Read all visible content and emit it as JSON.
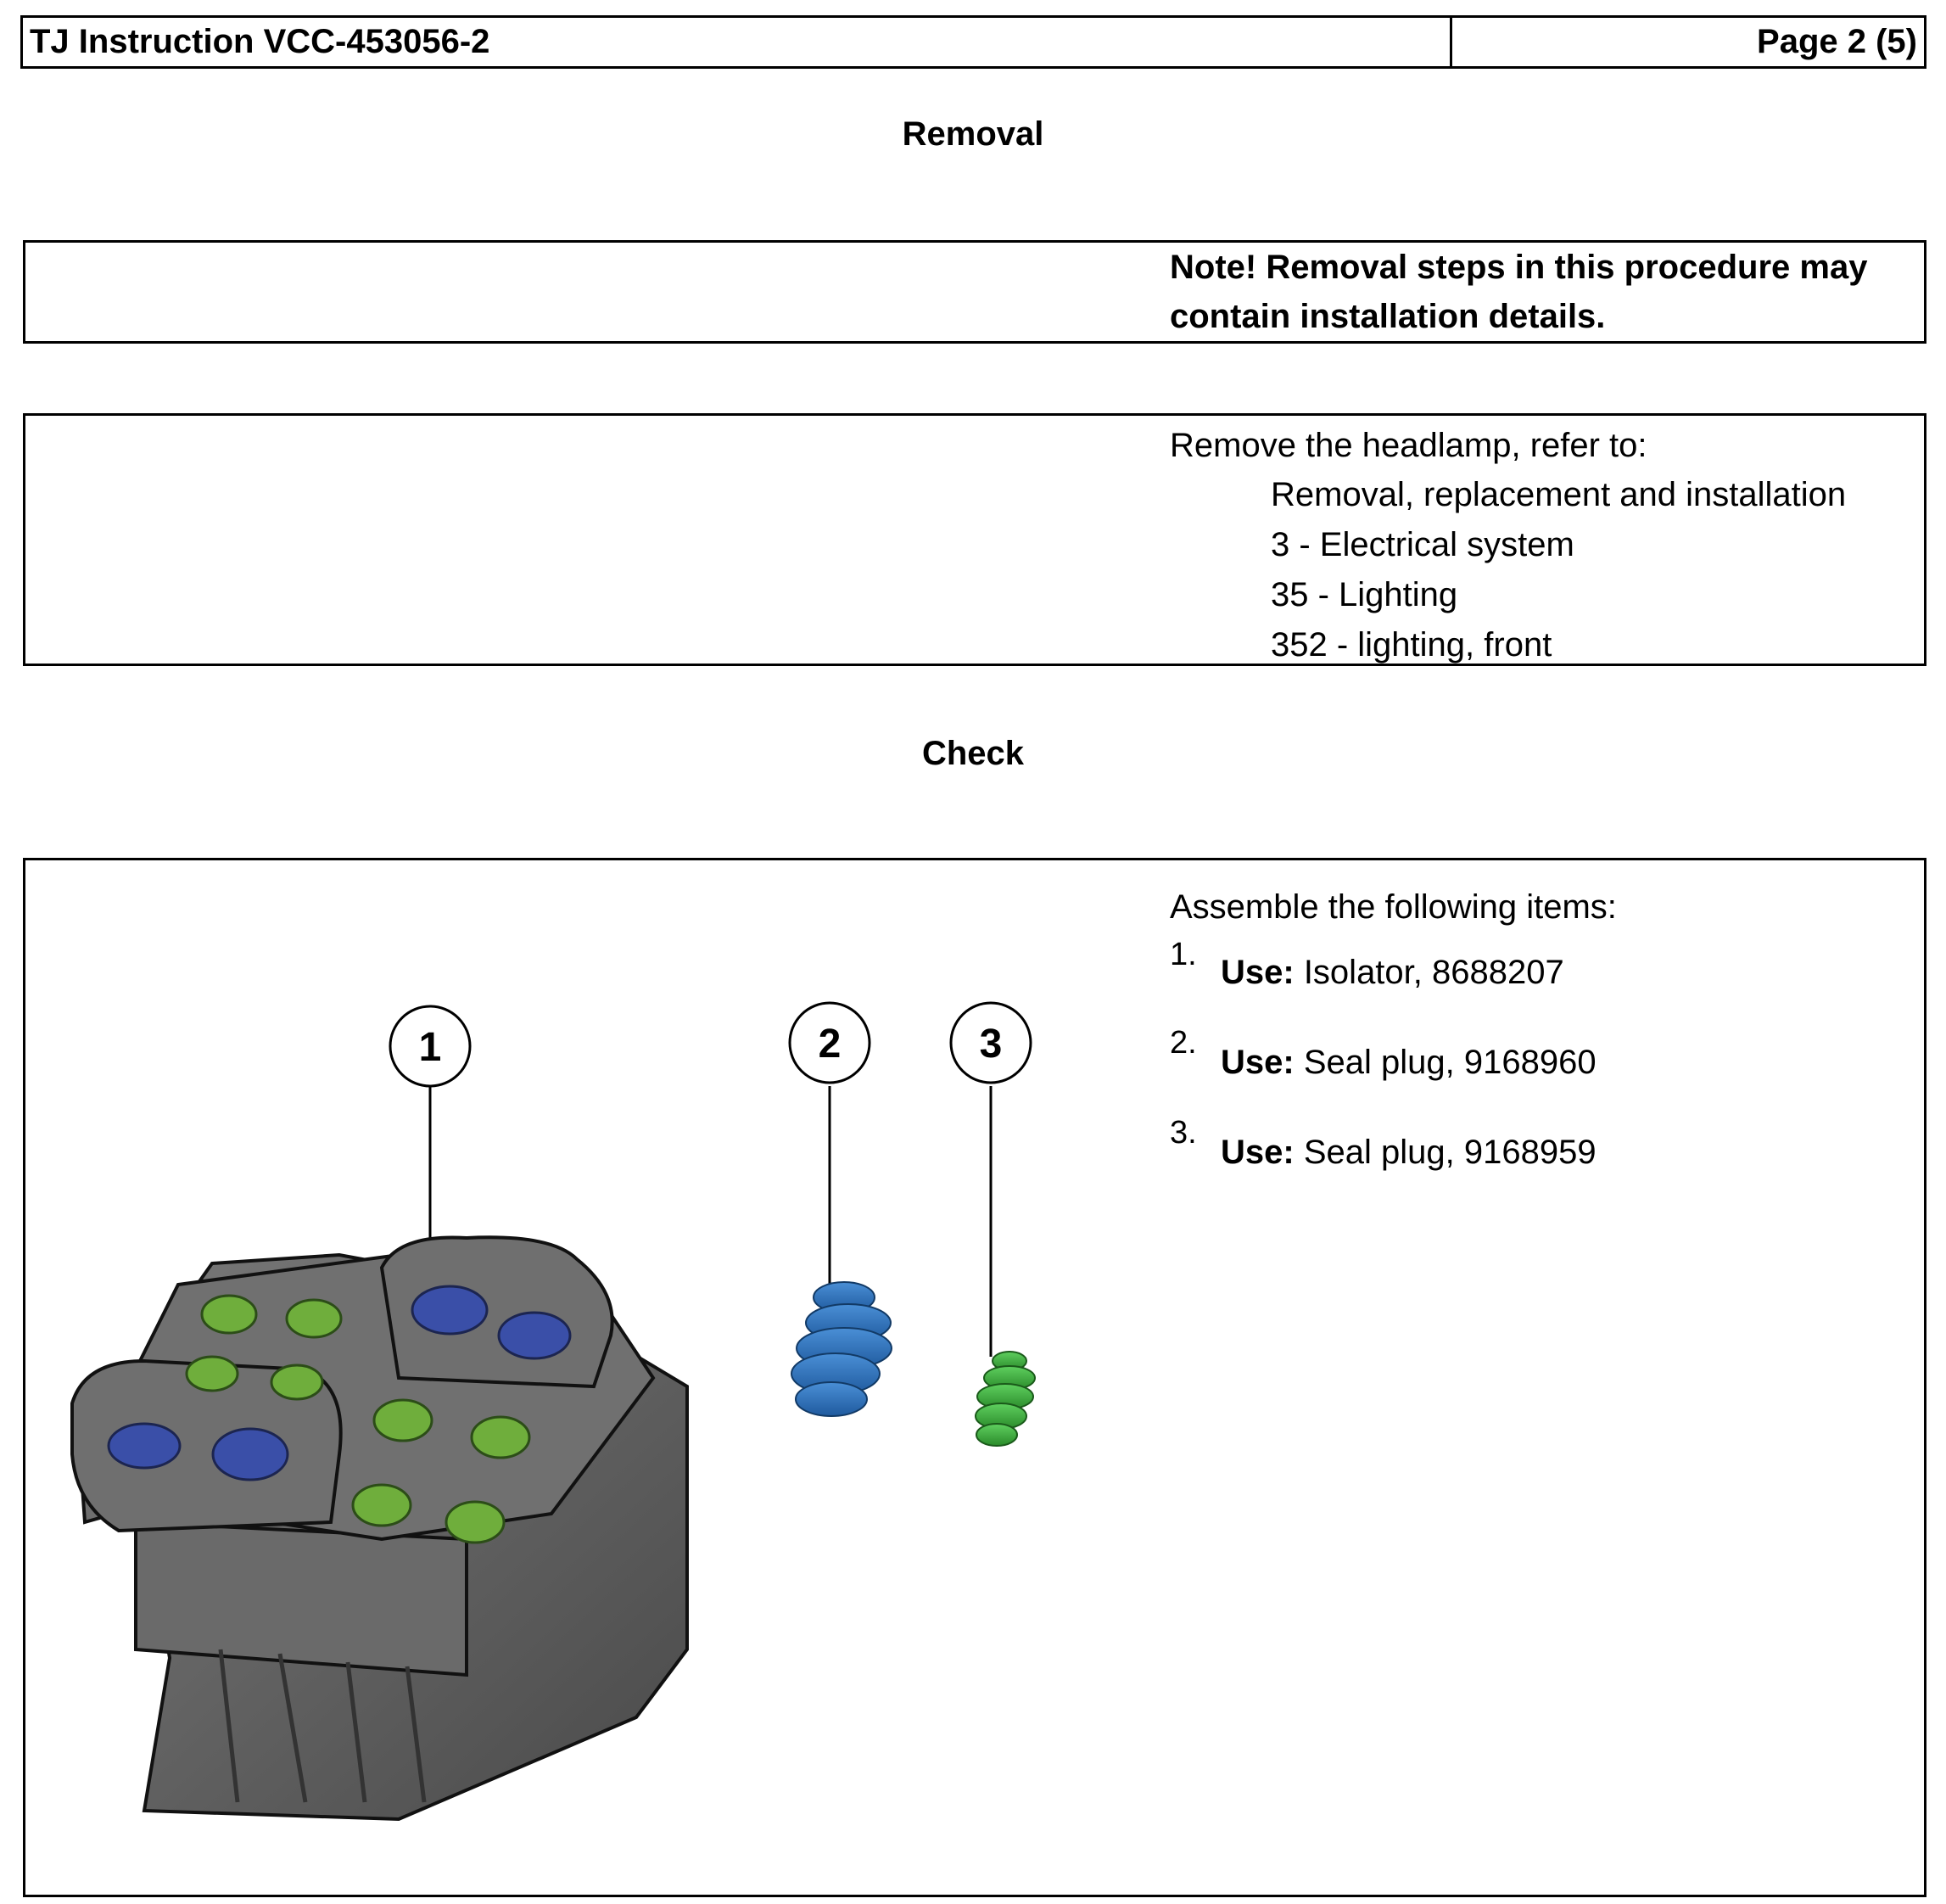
{
  "header": {
    "title": "TJ Instruction VCC-453056-2",
    "page": "Page 2 (5)"
  },
  "sections": {
    "removal_title": "Removal",
    "check_title": "Check"
  },
  "note": {
    "line1": "Note!  Removal steps in this procedure may",
    "line2": "contain installation details."
  },
  "step_remove": {
    "intro": "Remove the headlamp, refer to:",
    "refs": [
      "Removal, replacement and installation",
      "3 - Electrical system",
      "35 - Lighting",
      "352 - lighting, front"
    ]
  },
  "assemble": {
    "intro": "Assemble the following items:",
    "items": [
      {
        "num": "1.",
        "use": "Use:",
        "text": " Isolator, 8688207"
      },
      {
        "num": "2.",
        "use": "Use:",
        "text": " Seal plug, 9168960"
      },
      {
        "num": "3.",
        "use": "Use:",
        "text": " Seal plug, 9168959"
      }
    ]
  },
  "figure": {
    "callouts": [
      "1",
      "2",
      "3"
    ],
    "colors": {
      "housing": "#5e5e5e",
      "blue_seal": "#2e6fb5",
      "green_seal": "#3aa83a",
      "blue_cavity": "#3a4fa8",
      "green_cavity": "#6fae3c"
    }
  }
}
